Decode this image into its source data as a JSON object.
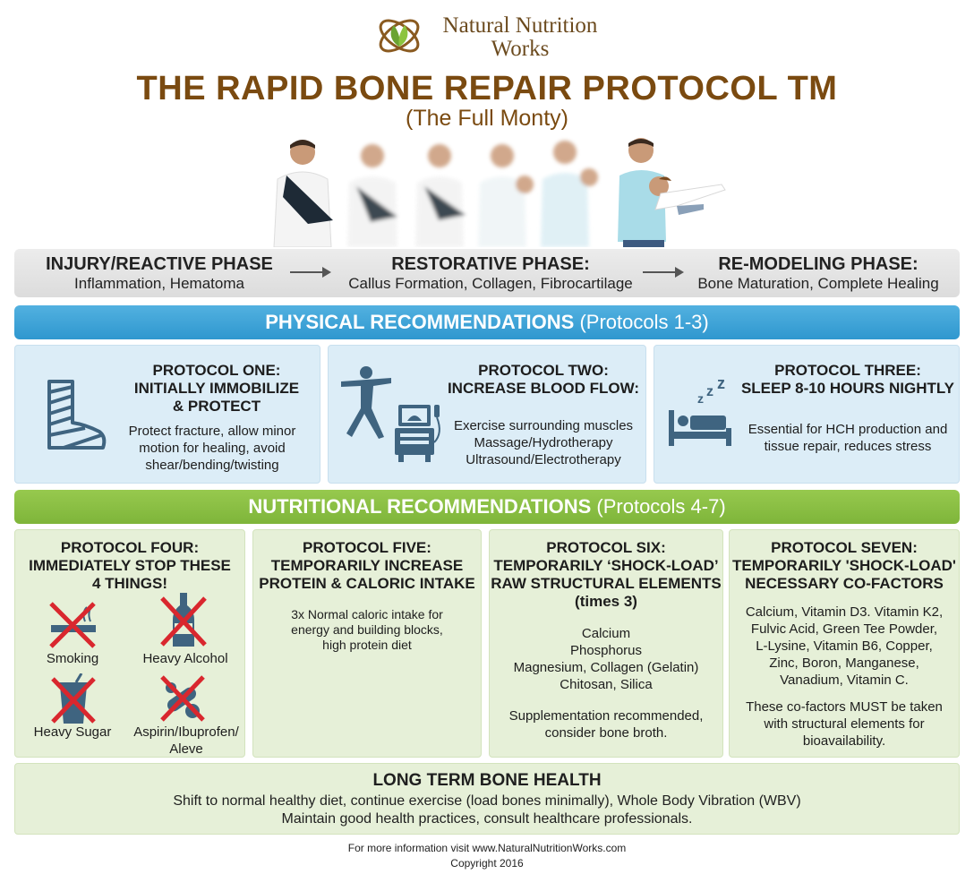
{
  "brand": {
    "line1": "Natural Nutrition",
    "line2": "Works"
  },
  "title": "THE RAPID BONE REPAIR PROTOCOL TM",
  "subtitle": "(The Full Monty)",
  "phases": [
    {
      "title": "INJURY/REACTIVE PHASE",
      "sub": "Inflammation, Hematoma"
    },
    {
      "title": "RESTORATIVE PHASE:",
      "sub": "Callus Formation, Collagen, Fibrocartilage"
    },
    {
      "title": "RE-MODELING PHASE:",
      "sub": "Bone Maturation, Complete Healing"
    }
  ],
  "physical": {
    "heading": "PHYSICAL RECOMMENDATIONS",
    "range": "(Protocols 1-3)",
    "cards": [
      {
        "t1": "PROTOCOL ONE:",
        "t2": "INITIALLY IMMOBILIZE",
        "t3": "& PROTECT",
        "b1": "Protect fracture, allow minor",
        "b2": "motion for healing, avoid",
        "b3": "shear/bending/twisting",
        "icon": "cast-foot-icon"
      },
      {
        "t1": "PROTOCOL TWO:",
        "t2": "INCREASE BLOOD FLOW:",
        "b1": "Exercise surrounding muscles",
        "b2": "Massage/Hydrotherapy",
        "b3": "Ultrasound/Electrotherapy",
        "icon": "exercise-ultrasound-icon"
      },
      {
        "t1": "PROTOCOL THREE:",
        "t2": "SLEEP 8-10 HOURS NIGHTLY",
        "b1": "Essential for HCH production and",
        "b2": "tissue repair, reduces stress",
        "icon": "sleep-bed-icon"
      }
    ]
  },
  "nutritional": {
    "heading": "NUTRITIONAL RECOMMENDATIONS",
    "range": "(Protocols 4-7)",
    "four": {
      "t1": "PROTOCOL FOUR:",
      "t2": "IMMEDIATELY STOP THESE",
      "t3": "4 THINGS!",
      "items": [
        "Smoking",
        "Heavy Alcohol",
        "Heavy Sugar",
        "Aspirin/Ibuprofen/",
        "Aleve"
      ]
    },
    "five": {
      "t1": "PROTOCOL FIVE:",
      "t2": "TEMPORARILY INCREASE",
      "t3": "PROTEIN & CALORIC INTAKE",
      "b1": "3x Normal caloric intake for",
      "b2": "energy and building blocks,",
      "b3": "high protein diet"
    },
    "six": {
      "t1": "PROTOCOL SIX:",
      "t2": "TEMPORARILY ‘SHOCK-LOAD’",
      "t3": "RAW STRUCTURAL ELEMENTS",
      "t4": "(times 3)",
      "b1": "Calcium",
      "b2": "Phosphorus",
      "b3": "Magnesium, Collagen (Gelatin)",
      "b4": "Chitosan, Silica",
      "n1": "Supplementation recommended,",
      "n2": "consider bone broth."
    },
    "seven": {
      "t1": "PROTOCOL SEVEN:",
      "t2": "TEMPORARILY 'SHOCK-LOAD'",
      "t3": "NECESSARY CO-FACTORS",
      "b1": "Calcium, Vitamin D3. Vitamin K2,",
      "b2": "Fulvic Acid, Green Tee Powder,",
      "b3": "L-Lysine, Vitamin B6, Copper,",
      "b4": "Zinc, Boron, Manganese,",
      "b5": "Vanadium, Vitamin C.",
      "n1": "These co-factors MUST be taken",
      "n2": "with structural elements for",
      "n3": "bioavailability."
    }
  },
  "long_term": {
    "title": "LONG TERM BONE HEALTH",
    "line1": "Shift to normal healthy diet, continue exercise (load bones minimally), Whole Body Vibration (WBV)",
    "line2": "Maintain good health practices, consult healthcare professionals."
  },
  "footer": {
    "line1": "For more information visit www.NaturalNutritionWorks.com",
    "line2": "Copyright 2016"
  },
  "colors": {
    "brown": "#7a4a10",
    "blue": "#2f97cf",
    "green": "#7eb53a",
    "red": "#d9272e",
    "icon": "#3f6480"
  }
}
